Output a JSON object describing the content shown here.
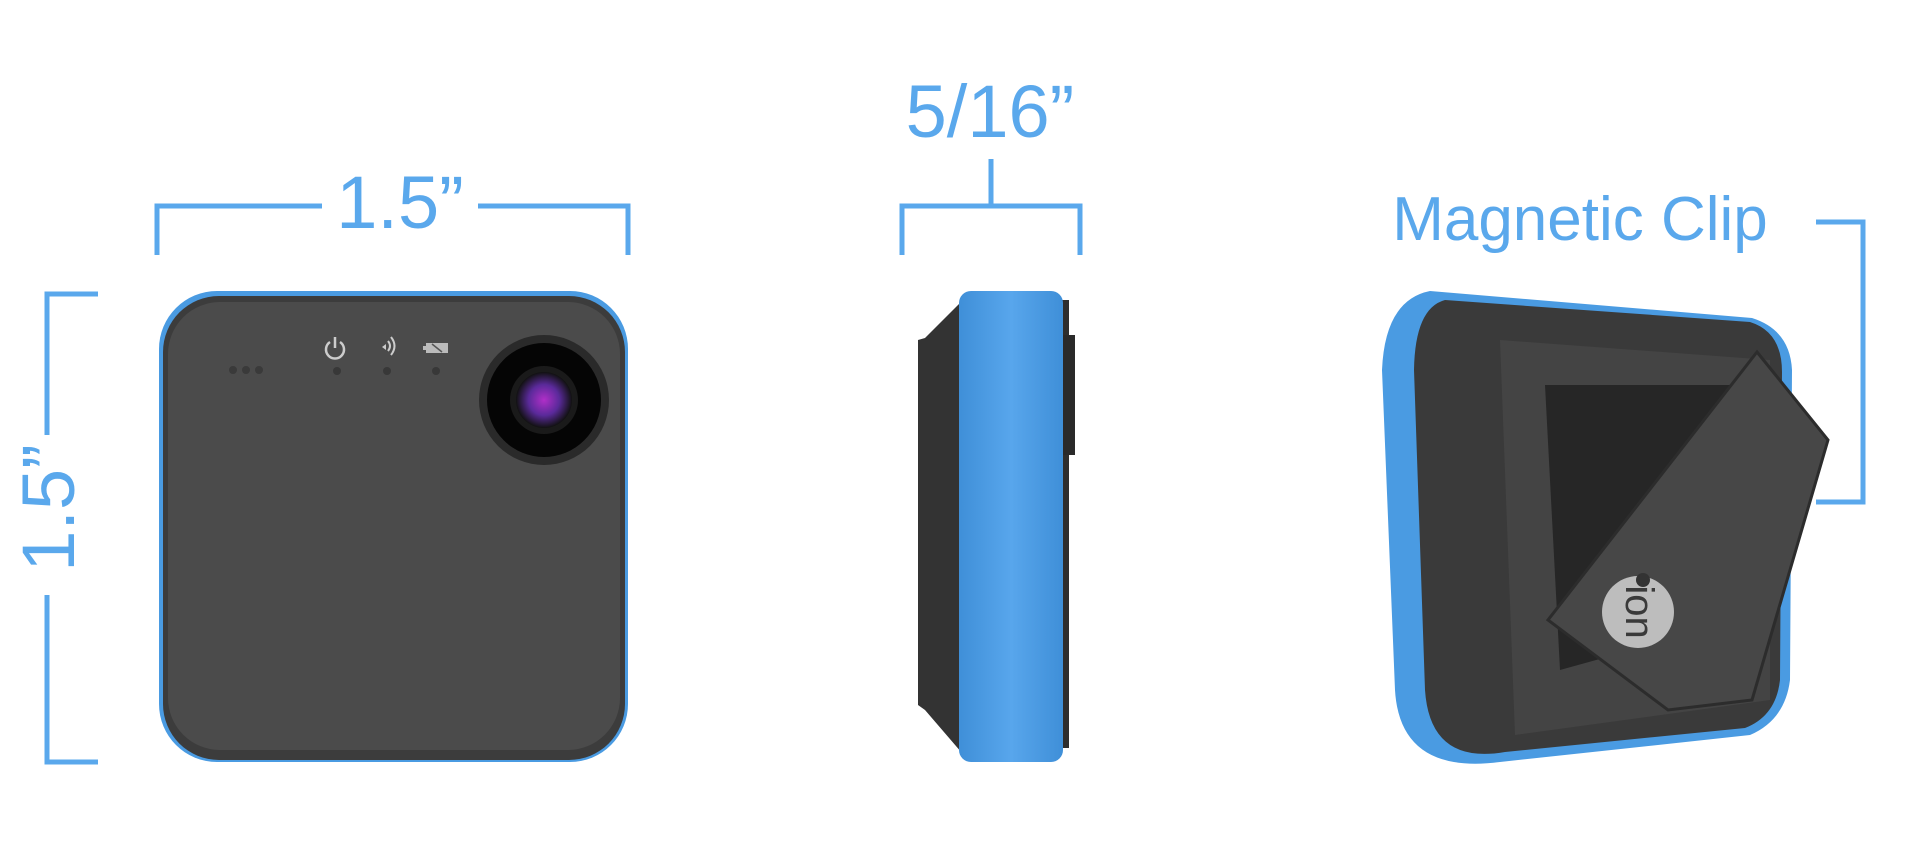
{
  "annotations": {
    "front_width": "1.5”",
    "front_height": "1.5”",
    "side_depth": "5/16”",
    "clip_label": "Magnetic Clip"
  },
  "logo_text": "ion",
  "colors": {
    "dimension_blue": "#5aa8ec",
    "device_blue": "#4a9be2",
    "device_body": "#4b4b4b"
  },
  "indicator_icons": [
    "power-icon",
    "wifi-icon",
    "battery-icon"
  ]
}
